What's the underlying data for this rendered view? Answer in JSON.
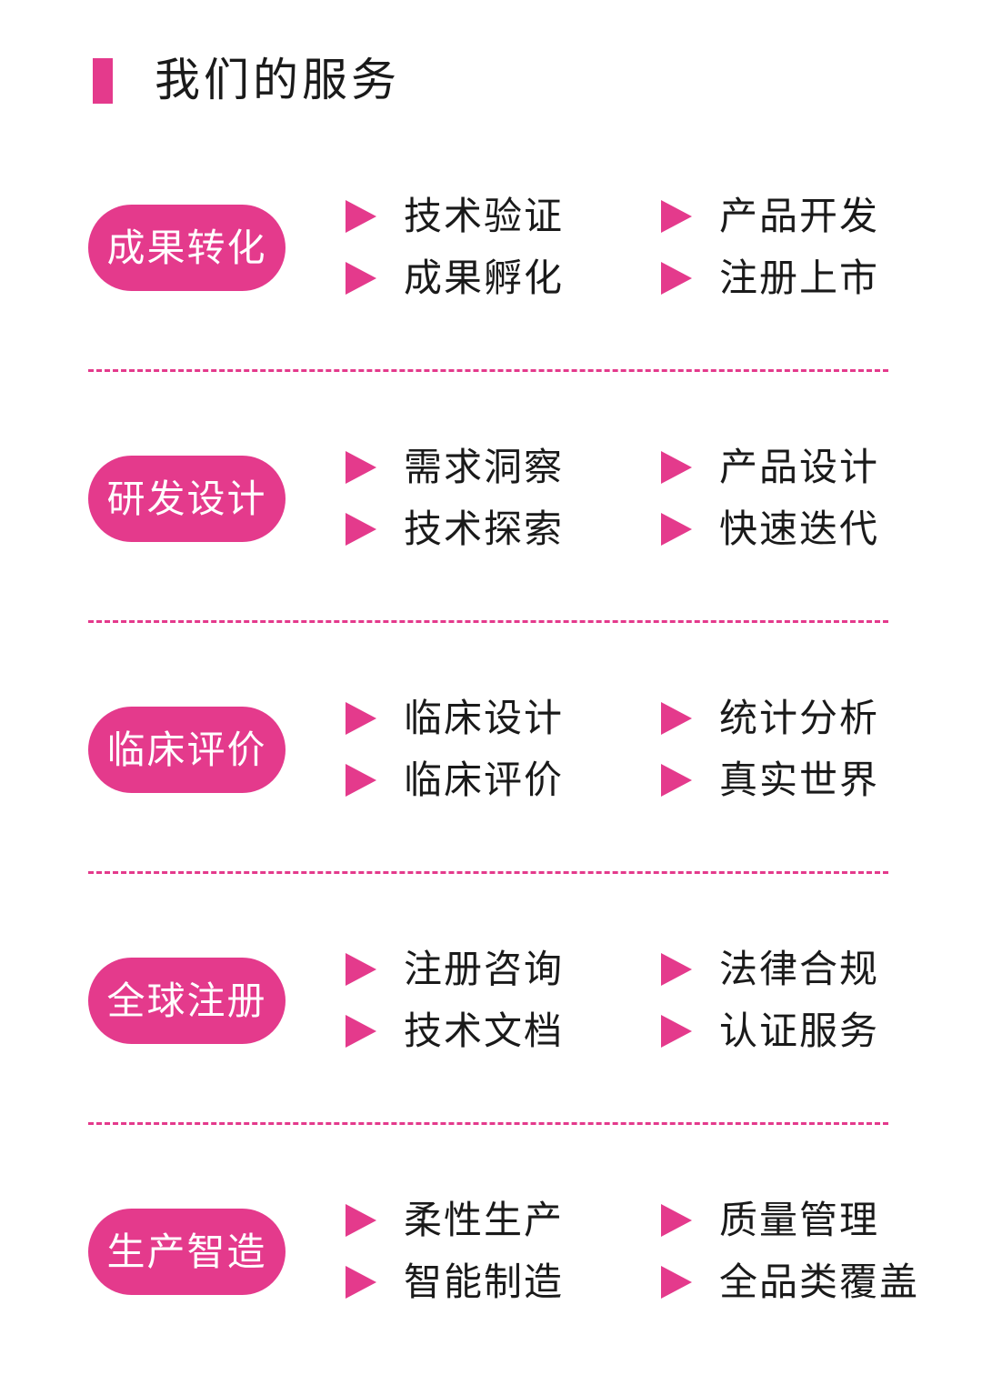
{
  "header": {
    "title": "我们的服务"
  },
  "colors": {
    "accent": "#e43a8c",
    "text": "#1a1a1a",
    "background": "#ffffff"
  },
  "sections": [
    {
      "label": "成果转化",
      "items": [
        "技术验证",
        "产品开发",
        "成果孵化",
        "注册上市"
      ]
    },
    {
      "label": "研发设计",
      "items": [
        "需求洞察",
        "产品设计",
        "技术探索",
        "快速迭代"
      ]
    },
    {
      "label": "临床评价",
      "items": [
        "临床设计",
        "统计分析",
        "临床评价",
        "真实世界"
      ]
    },
    {
      "label": "全球注册",
      "items": [
        "注册咨询",
        "法律合规",
        "技术文档",
        "认证服务"
      ]
    },
    {
      "label": "生产智造",
      "items": [
        "柔性生产",
        "质量管理",
        "智能制造",
        "全品类覆盖"
      ]
    }
  ]
}
